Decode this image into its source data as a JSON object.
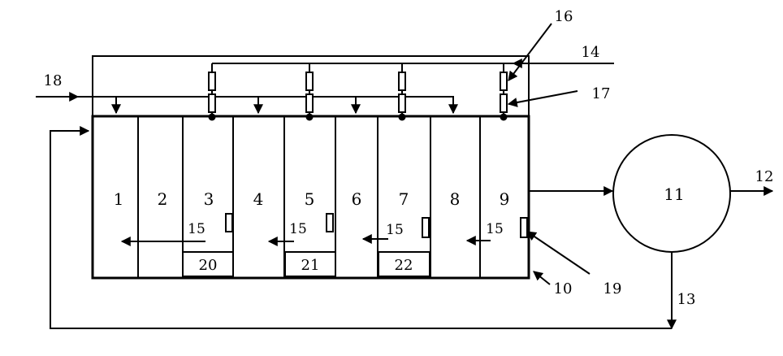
{
  "chambers": [
    "1",
    "2",
    "3",
    "4",
    "5",
    "6",
    "7",
    "8",
    "9"
  ],
  "sub_tanks": [
    "20",
    "21",
    "22"
  ],
  "flow_labels": [
    "15",
    "15",
    "15",
    "15"
  ],
  "callouts": {
    "tank": "10",
    "clarifier": "11",
    "effluent": "12",
    "return_sludge": "13",
    "feed_line": "14",
    "upper_valve": "16",
    "lower_valve": "17",
    "influent": "18",
    "probe": "19"
  },
  "icons": [
    "arrow",
    "valve-icon",
    "junction-dot",
    "probe-icon"
  ]
}
